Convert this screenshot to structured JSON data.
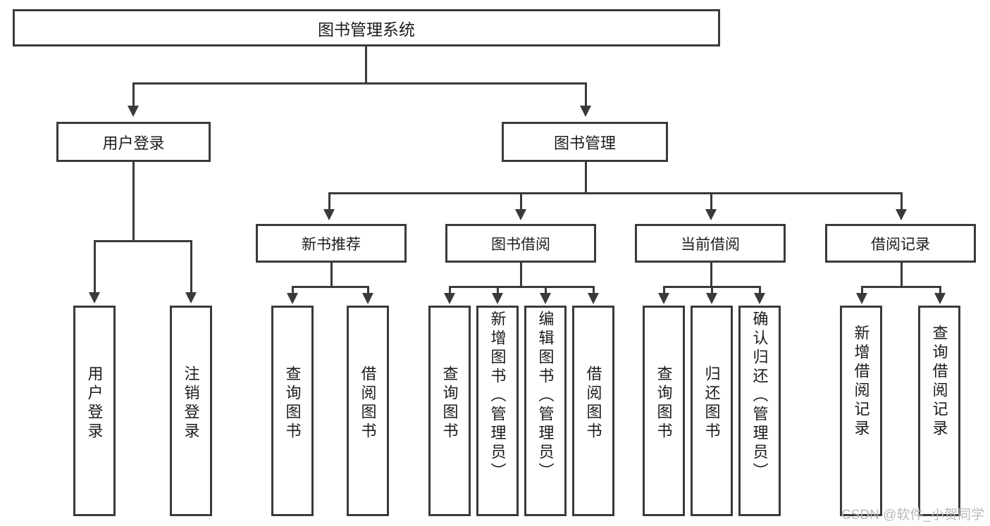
{
  "diagram": {
    "title": "图书管理系统",
    "watermark": "CSDN @软件_小贺同学",
    "line_color": "#3a3a3a",
    "box_fill": "#ffffff",
    "text_color": "#1c1c1c",
    "root": {
      "label": "图书管理系统"
    },
    "level2": [
      {
        "label": "用户登录"
      },
      {
        "label": "图书管理"
      }
    ],
    "level3": [
      {
        "label": "新书推荐"
      },
      {
        "label": "图书借阅"
      },
      {
        "label": "当前借阅"
      },
      {
        "label": "借阅记录"
      }
    ],
    "leaves": {
      "user_login": [
        {
          "label": "用户登录"
        },
        {
          "label": "注销登录"
        }
      ],
      "new_book": [
        {
          "label": "查询图书"
        },
        {
          "label": "借阅图书"
        }
      ],
      "book_borrow": [
        {
          "label": "查询图书"
        },
        {
          "label": "新增图书（管理员）"
        },
        {
          "label": "编辑图书（管理员）"
        },
        {
          "label": "借阅图书"
        }
      ],
      "current_borrow": [
        {
          "label": "查询图书"
        },
        {
          "label": "归还图书"
        },
        {
          "label": "确认归还（管理员）"
        }
      ],
      "borrow_record": [
        {
          "label": "新增借阅记录"
        },
        {
          "label": "查询借阅记录"
        }
      ]
    }
  }
}
